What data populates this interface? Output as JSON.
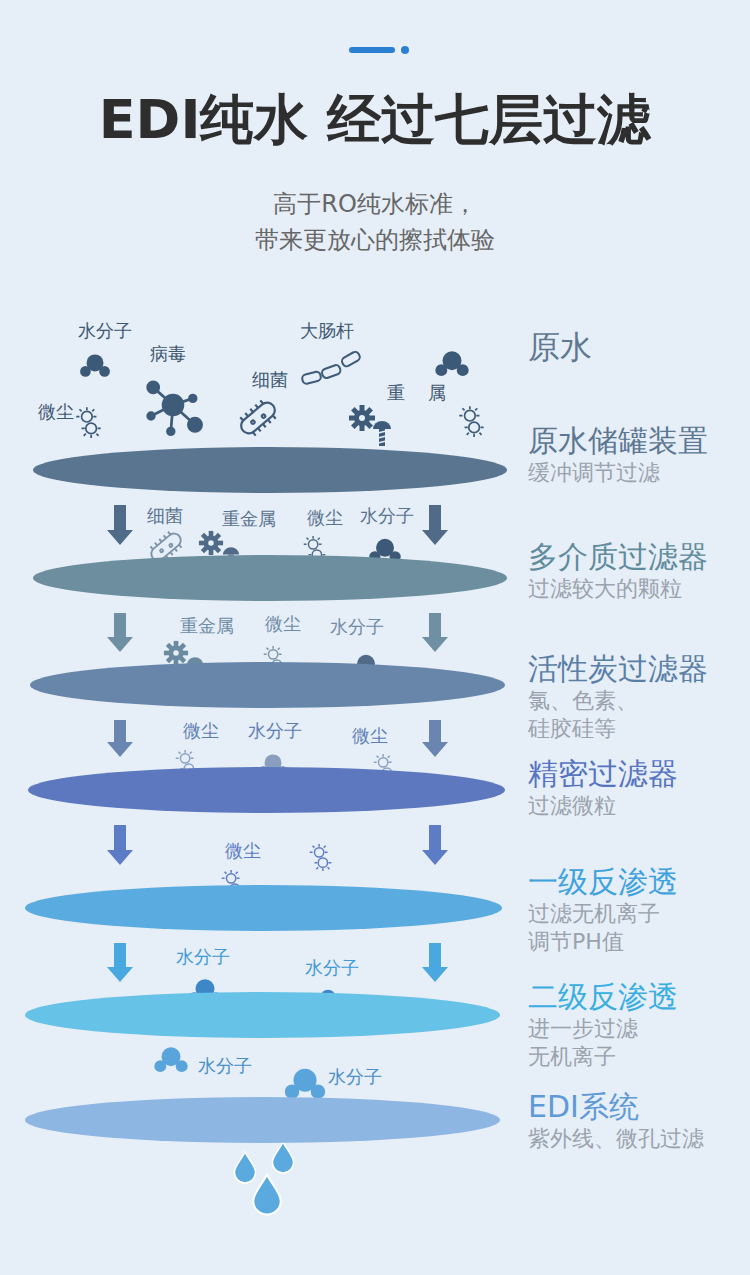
{
  "diagram": {
    "title": "EDI纯水 经过七层过滤",
    "caption": "高于RO纯水标准， 带来更放心的擦拭体验",
    "nodes": [
      {
        "text": [
          "原水储罐装置",
          "缓冲调节过滤"
        ]
      },
      {
        "text": [
          "多介质过滤器",
          "过滤较大的颗粒"
        ]
      },
      {
        "text": [
          "活性炭过滤器",
          "氯、色素、 硅胶硅等"
        ]
      },
      {
        "text": [
          "精密过滤器",
          "过滤微粒"
        ]
      },
      {
        "text": [
          "一级反渗透",
          "过滤无机离子 调节PH值"
        ]
      },
      {
        "text": [
          "二级反渗透",
          "进一步过滤 无机离子"
        ]
      },
      {
        "text": [
          "EDI系统",
          "紫外线、微孔过滤"
        ]
      }
    ],
    "edges": [
      {
        "from": 0,
        "to": 1,
        "arrow": "to"
      },
      {
        "from": 0,
        "to": 1,
        "arrow": "to"
      },
      {
        "from": 1,
        "to": 2,
        "arrow": "to"
      },
      {
        "from": 1,
        "to": 2,
        "arrow": "to"
      },
      {
        "from": 2,
        "to": 3,
        "arrow": "to"
      },
      {
        "from": 2,
        "to": 3,
        "arrow": "to"
      },
      {
        "from": 3,
        "to": 4,
        "arrow": "to"
      },
      {
        "from": 3,
        "to": 4,
        "arrow": "to"
      },
      {
        "from": 4,
        "to": 5,
        "arrow": "to"
      },
      {
        "from": 4,
        "to": 5,
        "arrow": "to"
      }
    ],
    "labels": [
      "水分子",
      "病毒",
      "大肠杆",
      "细菌",
      "重",
      "属",
      "微尘",
      "原水",
      "细菌",
      "重金属",
      "微尘",
      "水分子",
      "重金属",
      "微尘",
      "水分子",
      "微尘",
      "水分子",
      "微尘",
      "微尘",
      "水分子",
      "水分子",
      "水分子",
      "水分子"
    ]
  }
}
